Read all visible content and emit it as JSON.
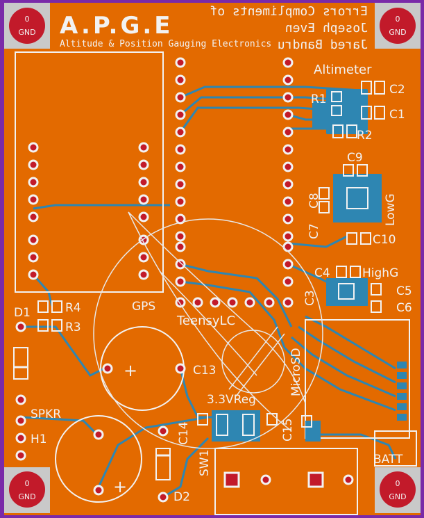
{
  "board": {
    "title": "A.P.G.E",
    "subtitle": "Altitude & Position Gauging Electronics",
    "mirrored_credit": [
      "Errors Compliments of",
      "Joseph Even",
      "Jared Bandru"
    ],
    "colors": {
      "copper": "#e36a00",
      "trace": "#2e86b2",
      "silk": "#f2f2f2",
      "outline": "#7a2aa8",
      "pad_hole": "#c21a2a",
      "corner": "#c9c9c9"
    }
  },
  "corner_pads": [
    {
      "id": "tl",
      "value": "0",
      "label": "GND"
    },
    {
      "id": "tr",
      "value": "0",
      "label": "GND"
    },
    {
      "id": "bl",
      "value": "0",
      "label": "GND"
    },
    {
      "id": "br",
      "value": "0",
      "label": "GND"
    }
  ],
  "labels": {
    "altimeter": "Altimeter",
    "gps": "GPS",
    "teensy": "TeensyLC",
    "r1": "R1",
    "r2": "R2",
    "r3": "R3",
    "r4": "R4",
    "c1": "C1",
    "c2": "C2",
    "c3": "C3",
    "c4": "C4",
    "c5": "C5",
    "c6": "C6",
    "c7": "C7",
    "c8": "C8",
    "c9": "C9",
    "c10": "C10",
    "c13": "C13",
    "c14": "C14",
    "c15": "C15",
    "d1": "D1",
    "d2": "D2",
    "spkr": "SPKR",
    "h1": "H1",
    "highg": "HighG",
    "lowg": "LowG",
    "microsd": "MicroSD",
    "reg": "3.3VReg",
    "sw1": "SW1",
    "batt": "BATT",
    "plus1": "+",
    "plus2": "+"
  }
}
